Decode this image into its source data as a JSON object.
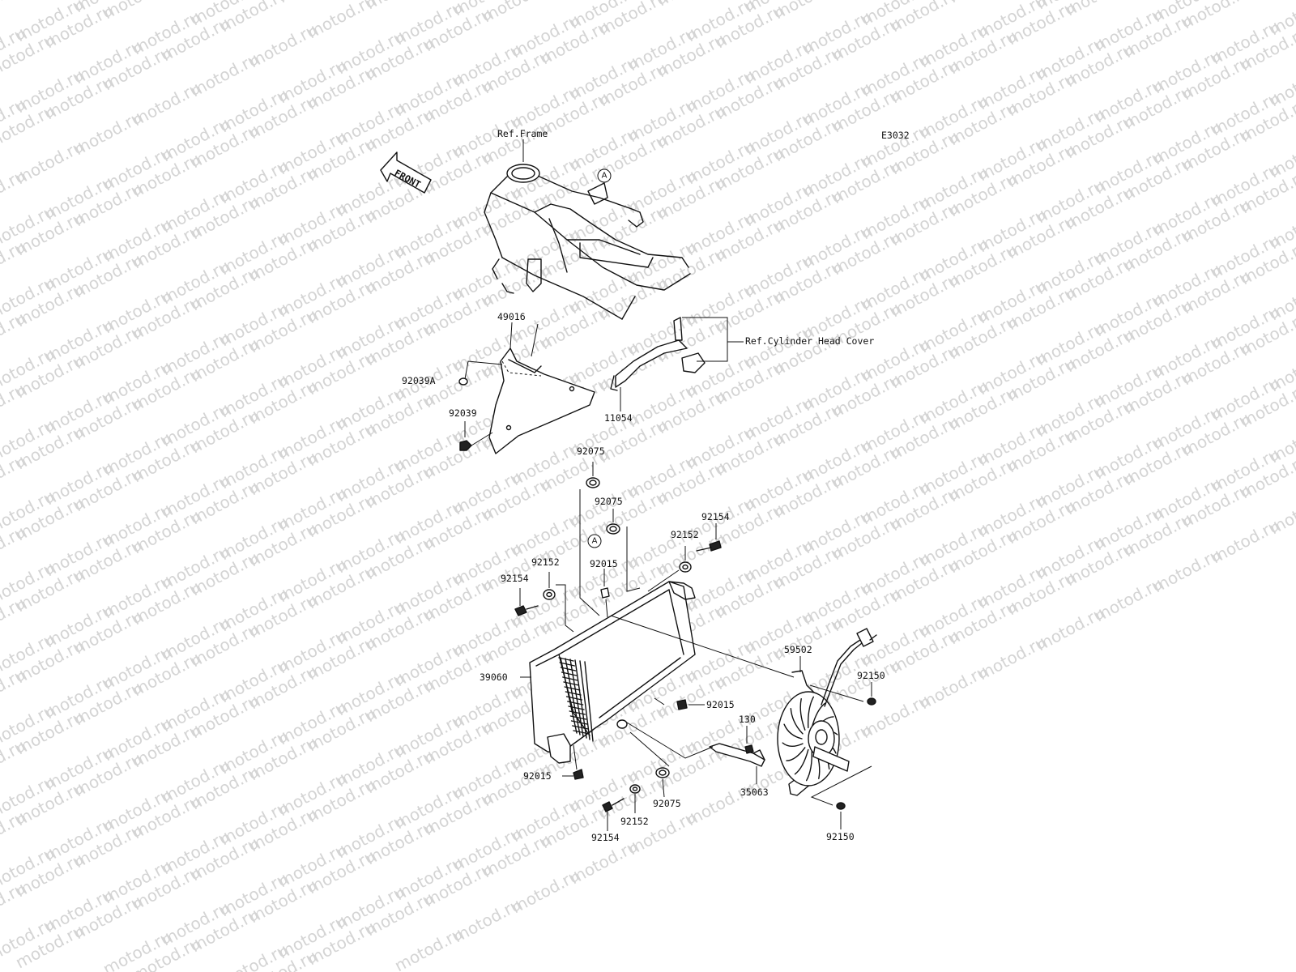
{
  "watermark": "motod.ru",
  "diagram_code": "E3032",
  "front_arrow": "FRONT",
  "callout_letter": "A",
  "refs": {
    "frame": "Ref.Frame",
    "cylinder_head_cover": "Ref.Cylinder Head Cover"
  },
  "part_labels": [
    {
      "id": "49016",
      "text": "49016"
    },
    {
      "id": "92039A",
      "text": "92039A"
    },
    {
      "id": "92039",
      "text": "92039"
    },
    {
      "id": "11054",
      "text": "11054"
    },
    {
      "id": "92075-top",
      "text": "92075"
    },
    {
      "id": "92075-mid",
      "text": "92075"
    },
    {
      "id": "92154-right",
      "text": "92154"
    },
    {
      "id": "92152-right",
      "text": "92152"
    },
    {
      "id": "92152-left",
      "text": "92152"
    },
    {
      "id": "92015-top",
      "text": "92015"
    },
    {
      "id": "92154-left",
      "text": "92154"
    },
    {
      "id": "39060",
      "text": "39060"
    },
    {
      "id": "59502",
      "text": "59502"
    },
    {
      "id": "92150-top",
      "text": "92150"
    },
    {
      "id": "92015-mid",
      "text": "92015"
    },
    {
      "id": "130",
      "text": "130"
    },
    {
      "id": "92015-bottom",
      "text": "92015"
    },
    {
      "id": "35063",
      "text": "35063"
    },
    {
      "id": "92075-bottom",
      "text": "92075"
    },
    {
      "id": "92152-bottom",
      "text": "92152"
    },
    {
      "id": "92154-bottom",
      "text": "92154"
    },
    {
      "id": "92150-bottom",
      "text": "92150"
    }
  ]
}
